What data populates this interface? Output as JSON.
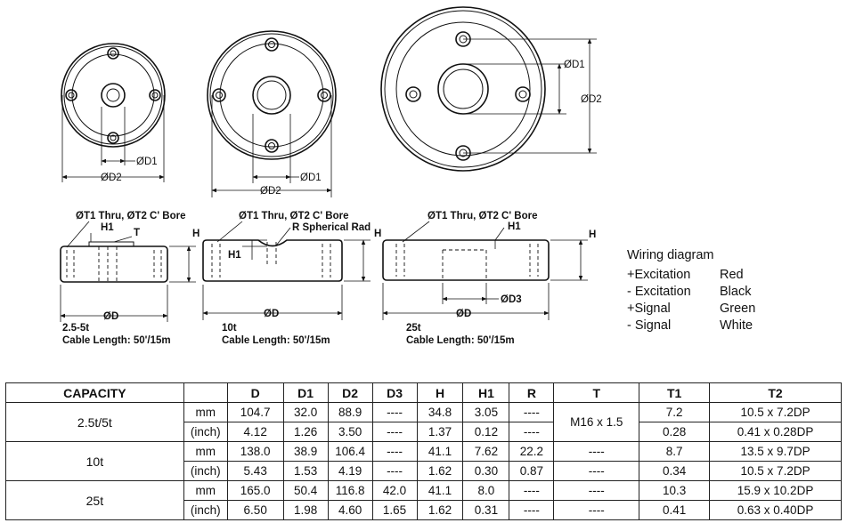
{
  "views": {
    "small": {
      "d1": "ØD1",
      "d2": "ØD2"
    },
    "medium": {
      "d1": "ØD1",
      "d2": "ØD2"
    },
    "large": {
      "d1": "ØD1",
      "d2": "ØD2"
    }
  },
  "sections": {
    "s1": {
      "bore": "ØT1 Thru, ØT2 C' Bore",
      "h1": "H1",
      "t": "T",
      "h": "H",
      "d": "ØD",
      "model": "2.5-5t",
      "cable": "Cable Length: 50'/15m"
    },
    "s2": {
      "bore": "ØT1 Thru, ØT2 C' Bore",
      "r": "R Spherical Rad",
      "h1": "H1",
      "h": "H",
      "d": "ØD",
      "model": "10t",
      "cable": "Cable Length: 50'/15m"
    },
    "s3": {
      "bore": "ØT1 Thru, ØT2 C' Bore",
      "h1": "H1",
      "h": "H",
      "d": "ØD",
      "d3": "ØD3",
      "model": "25t",
      "cable": "Cable Length: 50'/15m"
    }
  },
  "wiring": {
    "title": "Wiring diagram",
    "rows": [
      {
        "signal": "+Excitation",
        "color": "Red"
      },
      {
        "signal": "- Excitation",
        "color": "Black"
      },
      {
        "signal": "+Signal",
        "color": "Green"
      },
      {
        "signal": "- Signal",
        "color": "White"
      }
    ]
  },
  "table": {
    "headers": [
      "CAPACITY",
      "",
      "D",
      "D1",
      "D2",
      "D3",
      "H",
      "H1",
      "R",
      "T",
      "T1",
      "T2"
    ],
    "rows": [
      {
        "capacity": "2.5t/5t",
        "mm": [
          "104.7",
          "32.0",
          "88.9",
          "----",
          "34.8",
          "3.05",
          "----",
          "M16 x 1.5",
          "7.2",
          "10.5 x 7.2DP"
        ],
        "inch": [
          "4.12",
          "1.26",
          "3.50",
          "----",
          "1.37",
          "0.12",
          "----",
          "0.28",
          "0.41 x 0.28DP"
        ]
      },
      {
        "capacity": "10t",
        "mm": [
          "138.0",
          "38.9",
          "106.4",
          "----",
          "41.1",
          "7.62",
          "22.2",
          "----",
          "8.7",
          "13.5 x 9.7DP"
        ],
        "inch": [
          "5.43",
          "1.53",
          "4.19",
          "----",
          "1.62",
          "0.30",
          "0.87",
          "----",
          "0.34",
          "10.5 x 7.2DP"
        ]
      },
      {
        "capacity": "25t",
        "mm": [
          "165.0",
          "50.4",
          "116.8",
          "42.0",
          "41.1",
          "8.0",
          "----",
          "----",
          "10.3",
          "15.9 x 10.2DP"
        ],
        "inch": [
          "6.50",
          "1.98",
          "4.60",
          "1.65",
          "1.62",
          "0.31",
          "----",
          "----",
          "0.41",
          "0.63 x 0.40DP"
        ]
      }
    ],
    "units": {
      "mm": "mm",
      "inch": "(inch)"
    }
  }
}
